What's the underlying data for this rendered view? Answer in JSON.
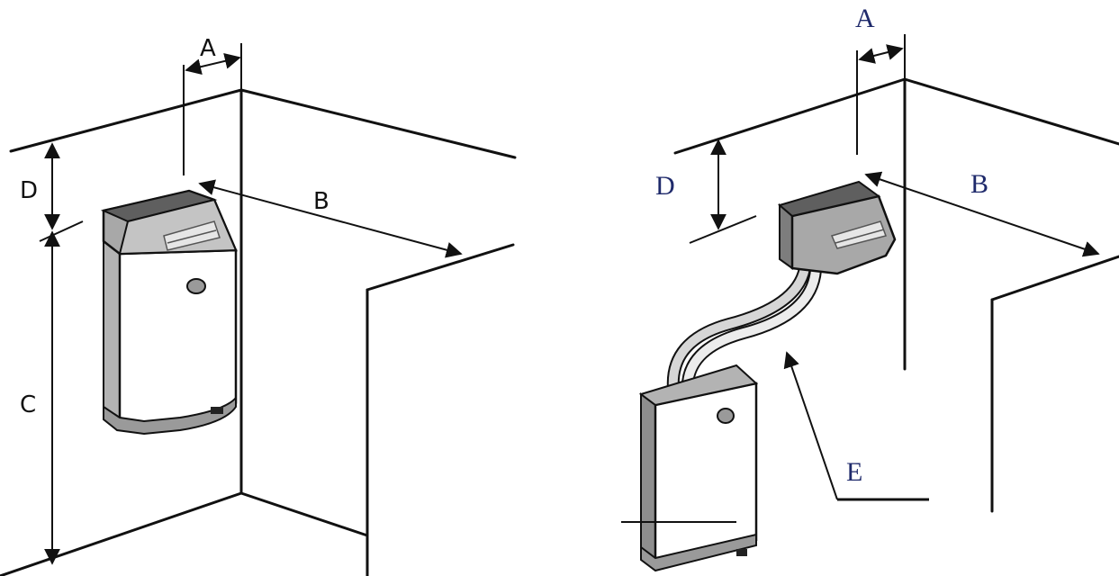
{
  "left_figure": {
    "labels": {
      "a": "A",
      "b": "B",
      "c": "C",
      "d": "D"
    },
    "heater": "wall-mounted-heater"
  },
  "right_figure": {
    "labels": {
      "a": "A",
      "b": "B",
      "d": "D",
      "e": "E"
    },
    "control_unit": "wall-mounted-control-unit",
    "power_unit": "floor-standing-power-unit",
    "connection": "cable-bundle"
  },
  "colors": {
    "line": "#111111",
    "unit_dark": "#8e8e8e",
    "unit_mid": "#b3b3b3",
    "unit_light": "#d9d9d9",
    "unit_front": "#ffffff",
    "label_serif": "#1f2a6b"
  }
}
